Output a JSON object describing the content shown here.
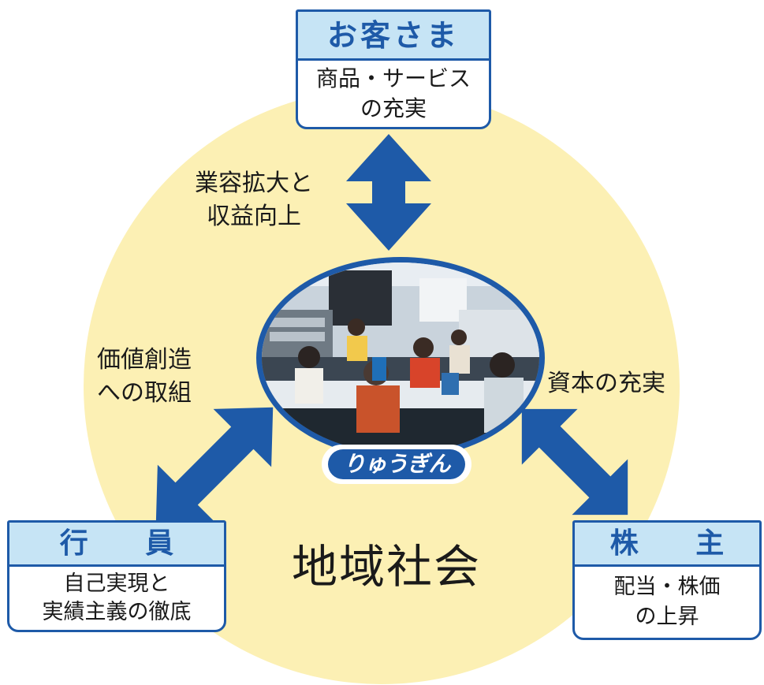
{
  "customer": {
    "title": "お客さま",
    "lines": [
      "商品・サービス",
      "の充実"
    ]
  },
  "employee": {
    "title": "行 員",
    "lines": [
      "自己実現と",
      "実績主義の徹底"
    ]
  },
  "shareholder": {
    "title": "株 主",
    "lines": [
      "配当・株価",
      "の上昇"
    ]
  },
  "labels": {
    "top": [
      "業容拡大と",
      "収益向上"
    ],
    "left": [
      "価値創造",
      "への取組"
    ],
    "right": [
      "資本の充実"
    ]
  },
  "center": {
    "label": "地域社会",
    "logo": "りゅうぎん"
  },
  "colors": {
    "accent_blue": "#1e5aa8",
    "header_fill": "#c6e4f5",
    "circle_fill": "#fcf0b4"
  }
}
